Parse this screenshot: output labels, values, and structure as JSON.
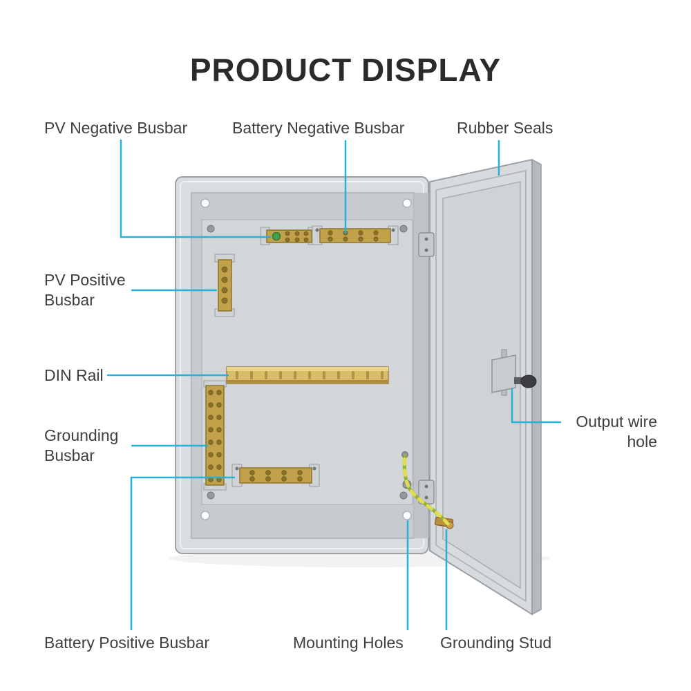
{
  "title": "PRODUCT DISPLAY",
  "callouts": {
    "pv_negative": "PV Negative Busbar",
    "battery_negative": "Battery Negative Busbar",
    "rubber_seals": "Rubber Seals",
    "pv_positive": "PV Positive Busbar",
    "din_rail": "DIN Rail",
    "grounding_busbar": "Grounding Busbar",
    "output_wire_hole": "Output wire hole",
    "battery_positive": "Battery Positive Busbar",
    "mounting_holes": "Mounting Holes",
    "grounding_stud": "Grounding Stud"
  },
  "colors": {
    "leader_line": "#25b2d9",
    "title_text": "#2b2b2b",
    "label_text": "#3e3e3e",
    "enclosure_gray": "#d8dbde",
    "cavity_gray": "#c7cbcf",
    "plate_gray": "#d3d6d9",
    "brass": "#c2a14b",
    "din_rail_gold": "#d9bc66",
    "ground_wire_green": "#8fb23c",
    "ground_wire_yellow": "#e3dd4d",
    "ground_screw_green": "#47a04b",
    "latch_knob_dark": "#3b3d3f"
  }
}
